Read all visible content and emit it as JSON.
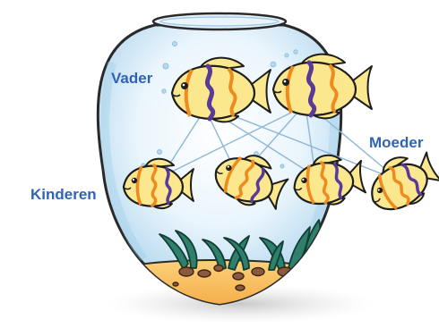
{
  "labels": {
    "father": "Vader",
    "mother": "Moeder",
    "children": "Kinderen"
  },
  "colors": {
    "label_text": "#2f63b8",
    "fish_body": "#fbe78e",
    "fish_stripe_orange": "#ef8a1f",
    "fish_stripe_purple": "#5a3a98",
    "relation_line": "#8db6d8",
    "water": "#d8ecf8",
    "sand": "#f7b24a",
    "plant": "#2e7f6b",
    "pebble": "#8a5a3c"
  },
  "diagram": {
    "parents": [
      "father",
      "mother"
    ],
    "children_count": 4,
    "relations": "each parent connected to each child"
  }
}
